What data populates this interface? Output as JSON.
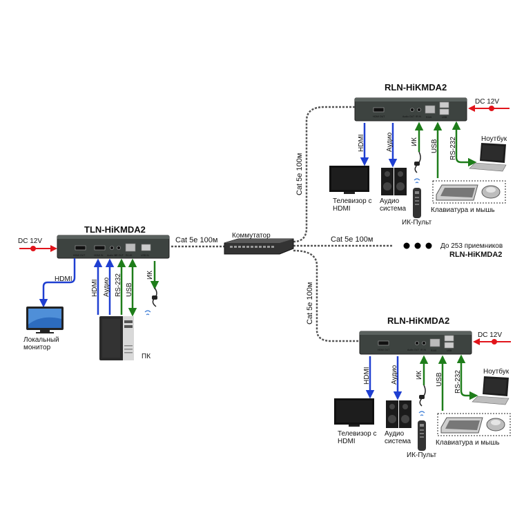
{
  "tx": {
    "title": "TLN-HiKMDA2",
    "dc": "DC 12V",
    "ports": [
      "HDMI OUT",
      "HDMI IN",
      "Audio IN",
      "IR OUT",
      "RJ-45",
      "USB IN"
    ],
    "sig_hdmi": "HDMI",
    "sig_hdmi2": "HDMI",
    "sig_audio": "Аудио",
    "sig_rs232": "RS-232",
    "sig_usb": "USB",
    "sig_ir": "ИК",
    "monitor": "Локальный монитор",
    "pc": "ПК",
    "cable": "Cat 5e 100м"
  },
  "switch": {
    "label": "Коммутатор"
  },
  "middle": {
    "cable": "Cat 5e 100м",
    "more": "До 253 приемников",
    "more_model": "RLN-HiKMDA2"
  },
  "rx_top": {
    "title": "RLN-HiKMDA2",
    "dc": "DC 12V",
    "ports": [
      "HDMI OUT",
      "Audio OUT",
      "IR IN",
      "RJ45",
      "USB"
    ],
    "sig_hdmi": "HDMI",
    "sig_audio": "Аудио",
    "sig_ir": "ИК",
    "sig_usb": "USB",
    "sig_rs232": "RS-232",
    "tv": "Телевизор с HDMI",
    "speakers": "Аудио система",
    "remote": "ИК-Пульт",
    "kbm": "Клавиатура и мышь",
    "laptop": "Ноутбук",
    "cable": "Cat 5e 100м"
  },
  "rx_bottom": {
    "title": "RLN-HiKMDA2",
    "dc": "DC 12V",
    "ports": [
      "HDMI OUT",
      "Audio OUT",
      "IR IN",
      "RJ45",
      "USB"
    ],
    "sig_hdmi": "HDMI",
    "sig_audio": "Аудио",
    "sig_ir": "ИК",
    "sig_usb": "USB",
    "sig_rs232": "RS-232",
    "tv": "Телевизор с HDMI",
    "speakers": "Аудио система",
    "remote": "ИК-Пульт",
    "kbm": "Клавиатура и мышь",
    "laptop": "Ноутбук",
    "cable": "Cat 5e 100м"
  },
  "colors": {
    "blue": "#1f3fd1",
    "green": "#1e7d1a",
    "red": "#e1141b",
    "device": "#3d4340",
    "cable": "#555555"
  }
}
